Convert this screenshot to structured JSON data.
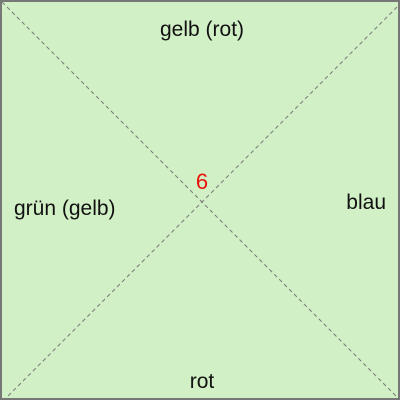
{
  "tile": {
    "background_color": "#d2f0c6",
    "border_color": "#777777",
    "diagonal_color": "#777777",
    "center_number": "6",
    "center_number_color": "#e8140c",
    "edges": {
      "top": "gelb (rot)",
      "right": "blau",
      "bottom": "rot",
      "left": "grün (gelb)"
    }
  }
}
